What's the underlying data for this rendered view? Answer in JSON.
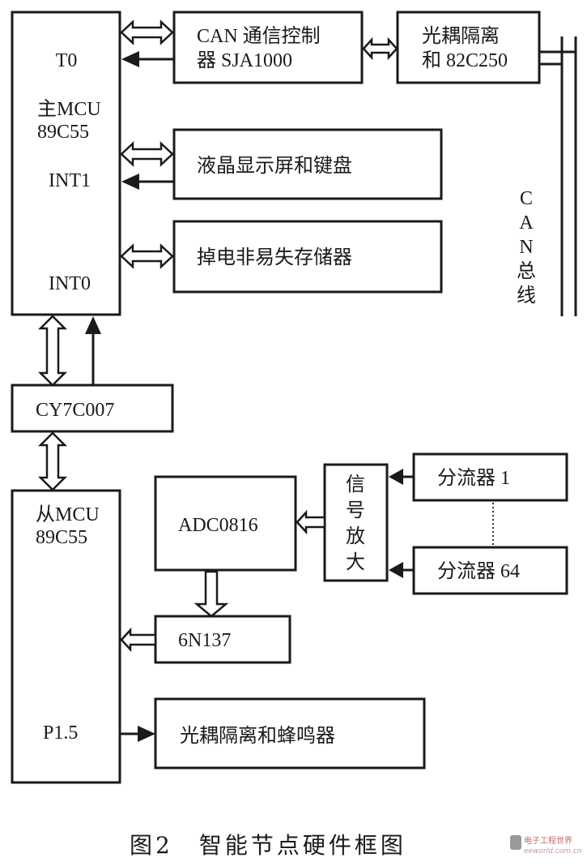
{
  "figure": {
    "caption": "图2　智能节点硬件框图",
    "watermark": {
      "title": "电子工程世界",
      "url_text": "eeworld.com.cn"
    }
  },
  "blocks": {
    "main_mcu": {
      "title_line1": "主MCU",
      "title_line2": "89C55",
      "pin_t0": "T0",
      "pin_int1": "INT1",
      "pin_int0": "INT0"
    },
    "can_controller": {
      "line1": "CAN 通信控制",
      "line2": "器 SJA1000"
    },
    "can_transceiver": {
      "line1": "光耦隔离",
      "line2": "和 82C250"
    },
    "lcd_keyboard": {
      "label": "液晶显示屏和键盘"
    },
    "eeprom": {
      "label": "掉电非易失存储器"
    },
    "can_bus": {
      "chars": [
        "C",
        "A",
        "N",
        "总",
        "线"
      ]
    },
    "dual_port_ram": {
      "label": "CY7C007"
    },
    "slave_mcu": {
      "title_line1": "从MCU",
      "title_line2": "89C55",
      "pin_p15": "P1.5"
    },
    "adc": {
      "label": "ADC0816"
    },
    "optocoupler": {
      "label": "6N137"
    },
    "signal_amp": {
      "chars": [
        "信",
        "号",
        "放",
        "大"
      ]
    },
    "shunt_first": {
      "label": "分流器 1"
    },
    "shunt_last": {
      "label": "分流器 64"
    },
    "buzzer": {
      "label": "光耦隔离和蜂鸣器"
    }
  }
}
